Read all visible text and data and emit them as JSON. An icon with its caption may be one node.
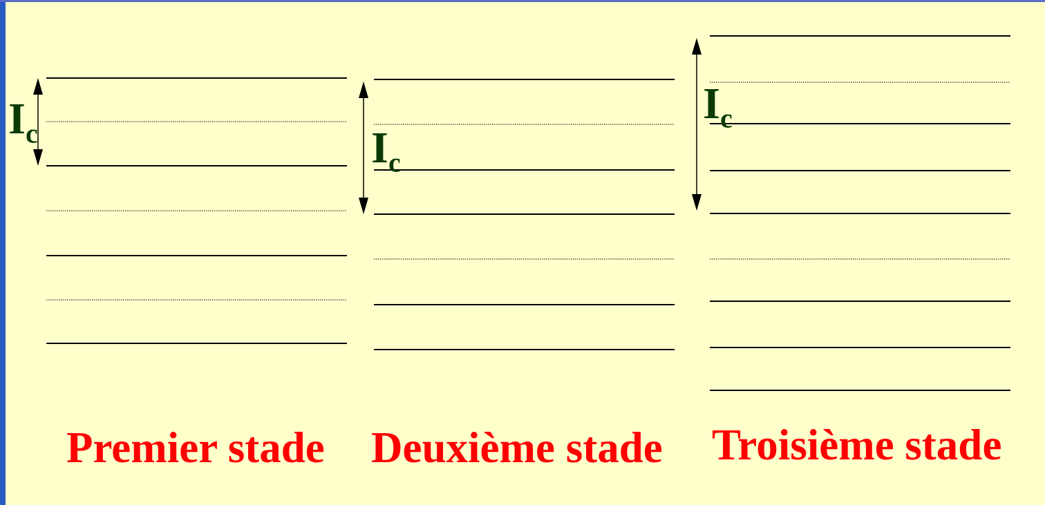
{
  "diagram": {
    "labels": [
      "I$_{c}$",
      "I$_{c}$",
      "I$_{c}$",
      "Premier stade",
      "Deuxième stade",
      "Troisième stade"
    ]
  }
}
